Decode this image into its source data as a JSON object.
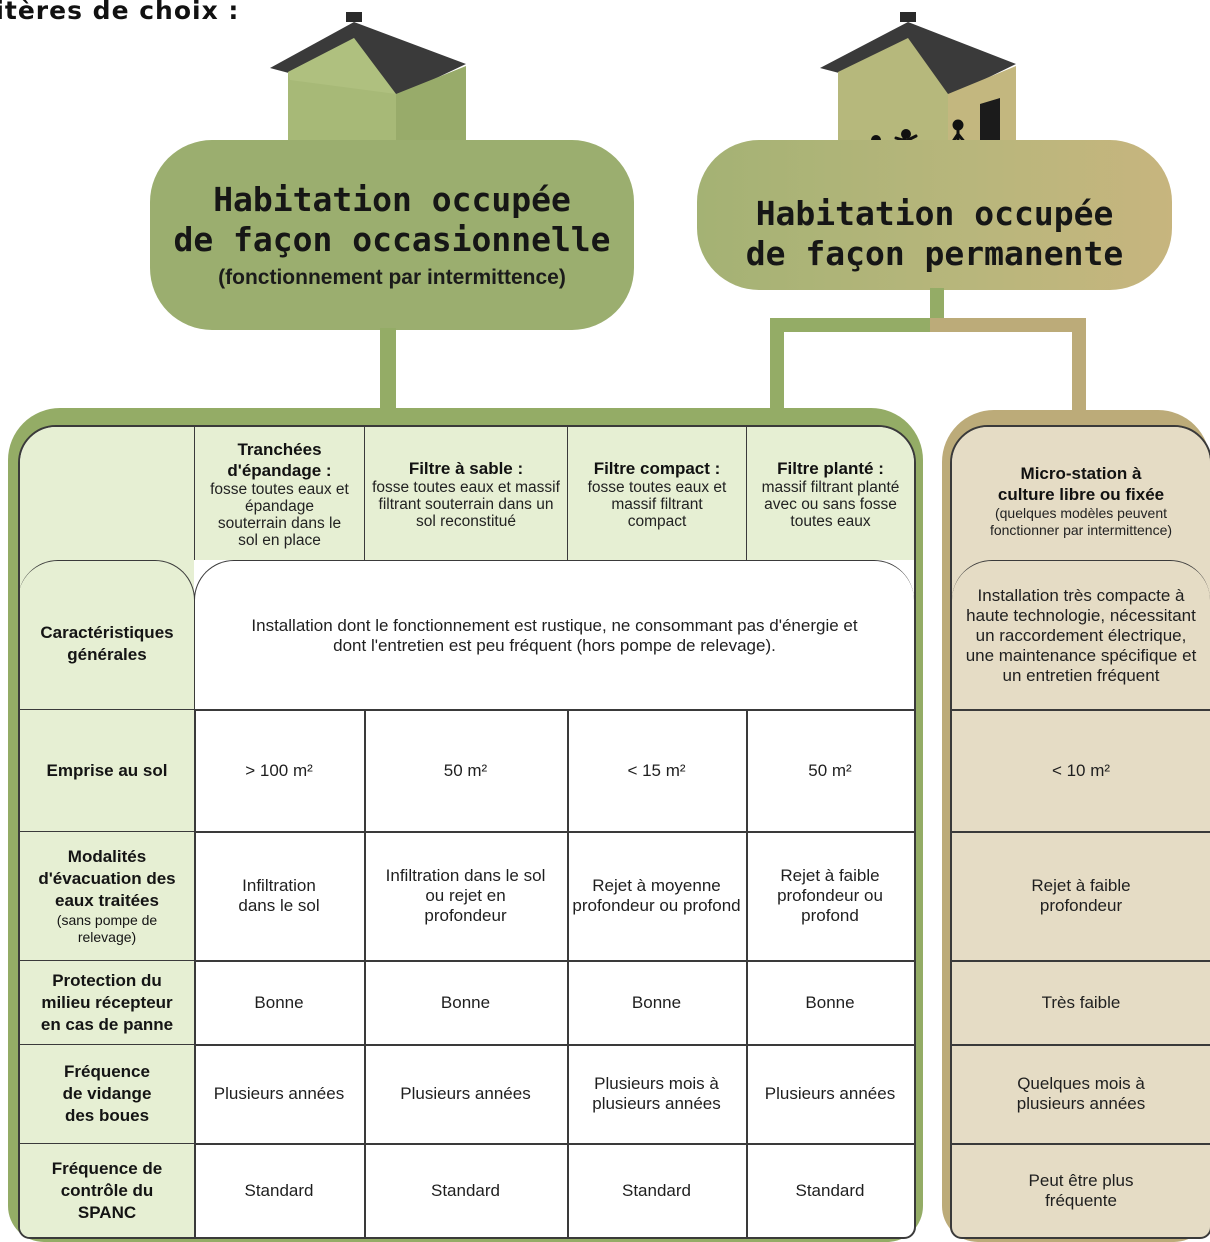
{
  "page": {
    "title": "ritères de choix :"
  },
  "occupancy": {
    "occasional": {
      "title_line1": "Habitation occupée",
      "title_line2": "de façon occasionnelle",
      "subtitle": "(fonctionnement par intermittence)"
    },
    "permanent": {
      "title_line1": "Habitation occupée",
      "title_line2": "de façon permanente"
    }
  },
  "table": {
    "columns": [
      {
        "title": "Tranchées d'épandage :",
        "desc": "fosse toutes eaux et épandage souterrain dans le sol en place"
      },
      {
        "title": "Filtre à sable :",
        "desc": "fosse toutes eaux et massif filtrant souterrain dans un sol reconstitué"
      },
      {
        "title": "Filtre compact :",
        "desc": "fosse toutes eaux et massif filtrant compact"
      },
      {
        "title": "Filtre  planté :",
        "desc": "massif filtrant planté avec ou sans fosse toutes eaux"
      }
    ],
    "rows": [
      {
        "label": "Caractéristiques générales",
        "note": "",
        "merged": "Installation dont le fonctionnement est rustique, ne consommant pas d'énergie et dont l'entretien est peu fréquent (hors pompe de relevage)."
      },
      {
        "label": "Emprise au sol",
        "note": "",
        "values": [
          "> 100 m²",
          "50 m²",
          "< 15 m²",
          "50 m²"
        ]
      },
      {
        "label": "Modalités d'évacuation des eaux traitées",
        "note": "(sans pompe de relevage)",
        "values": [
          "Infiltration dans le sol",
          "Infiltration dans le sol ou rejet en profondeur",
          "Rejet à moyenne profondeur ou profond",
          "Rejet à faible profondeur ou profond"
        ]
      },
      {
        "label": "Protection  du milieu récepteur en cas de panne",
        "note": "",
        "values": [
          "Bonne",
          "Bonne",
          "Bonne",
          "Bonne"
        ]
      },
      {
        "label": "Fréquence de vidange des boues",
        "note": "",
        "values": [
          "Plusieurs années",
          "Plusieurs années",
          "Plusieurs mois à plusieurs années",
          "Plusieurs années"
        ]
      },
      {
        "label": "Fréquence de contrôle du SPANC",
        "note": "",
        "values": [
          "Standard",
          "Standard",
          "Standard",
          "Standard"
        ]
      }
    ]
  },
  "micro_station": {
    "title": "Micro-station à culture libre ou fixée",
    "desc": "(quelques modèles peuvent fonctionner par intermittence)",
    "values": [
      "Installation très compacte à haute technologie, nécessitant un raccordement électrique, une maintenance spécifique et un entretien fréquent",
      "< 10 m²",
      "Rejet à faible profondeur",
      "Très faible",
      "Quelques mois à plusieurs années",
      "Peut être plus fréquente"
    ]
  },
  "colors": {
    "green_dark": "#94ac66",
    "green_light": "#e6efd3",
    "tan_dark": "#bcab79",
    "tan_light": "#e5dcc5"
  }
}
